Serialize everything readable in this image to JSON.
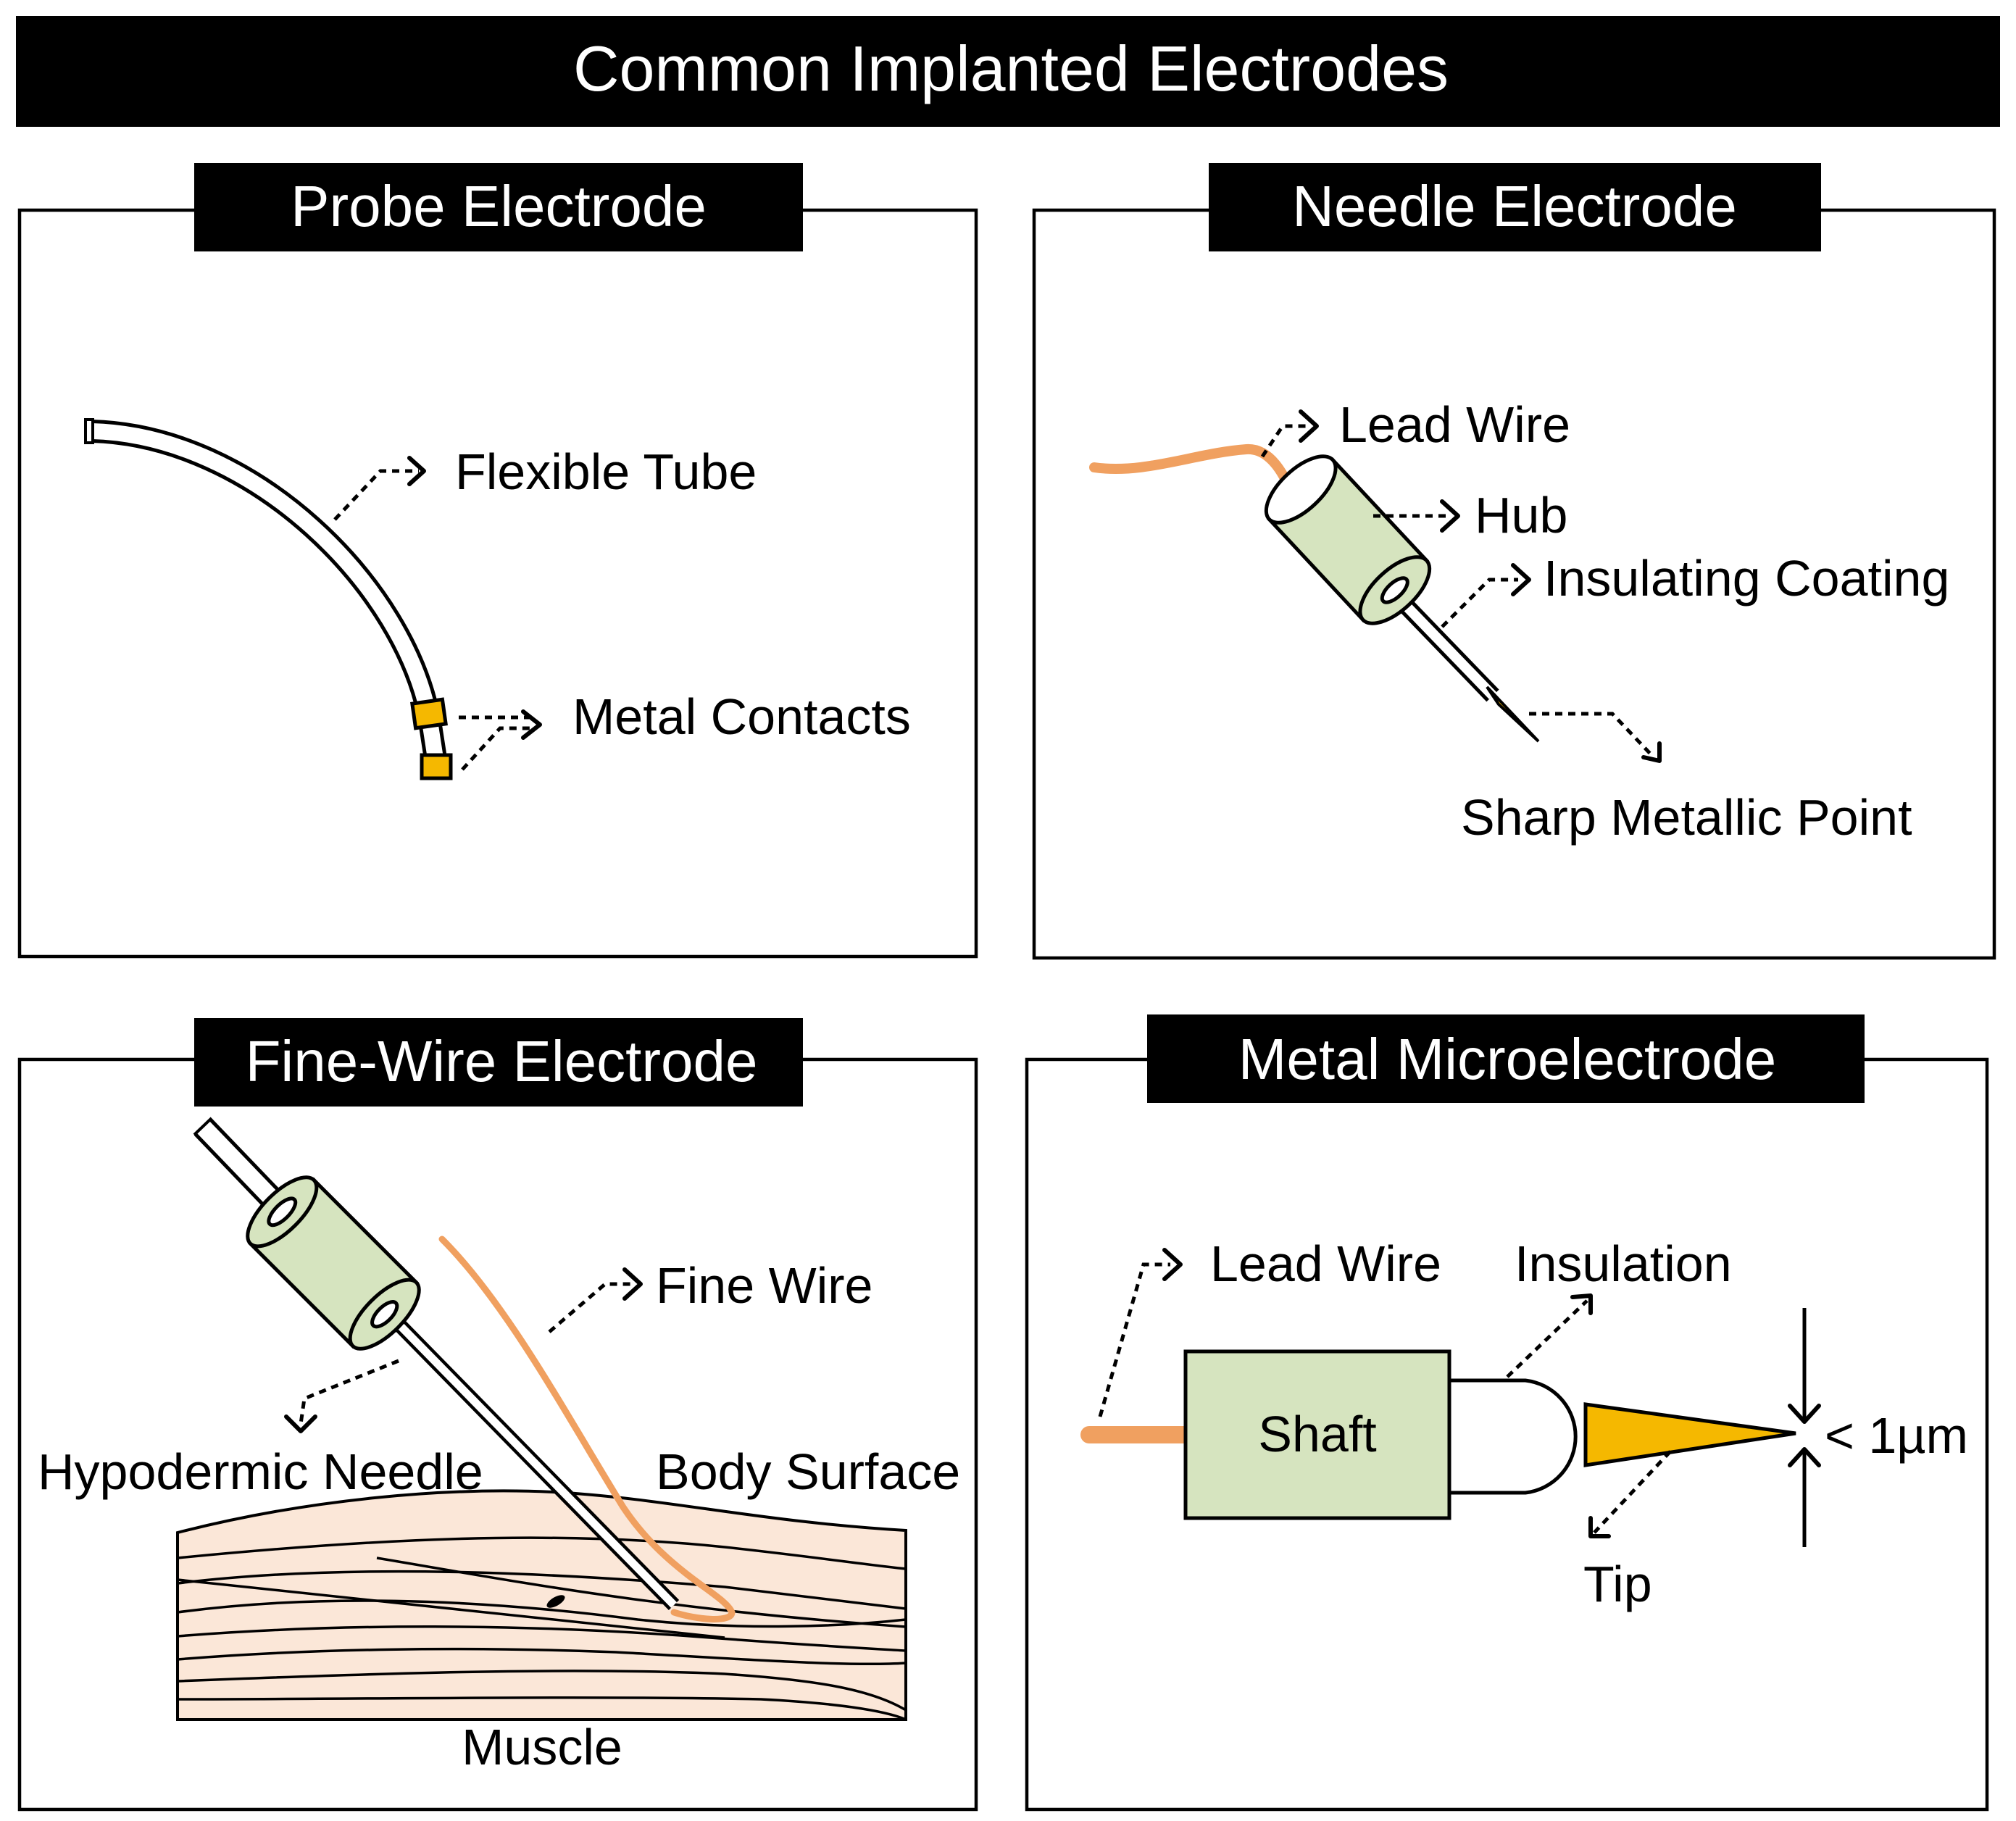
{
  "title": "Common Implanted Electrodes",
  "panels": {
    "probe": {
      "title": "Probe Electrode",
      "labels": {
        "flexible_tube": "Flexible Tube",
        "metal_contacts": "Metal Contacts"
      }
    },
    "needle": {
      "title": "Needle Electrode",
      "labels": {
        "lead_wire": "Lead Wire",
        "hub": "Hub",
        "insulating_coating": "Insulating Coating",
        "sharp_point": "Sharp Metallic Point"
      }
    },
    "finewire": {
      "title": "Fine-Wire Electrode",
      "labels": {
        "fine_wire": "Fine Wire",
        "hypodermic_needle": "Hypodermic Needle",
        "body_surface": "Body Surface",
        "muscle": "Muscle"
      }
    },
    "micro": {
      "title": "Metal Microelectrode",
      "labels": {
        "lead_wire": "Lead Wire",
        "insulation": "Insulation",
        "shaft": "Shaft",
        "tip": "Tip",
        "tip_size": "< 1µm"
      }
    }
  },
  "colors": {
    "title_bar": "#000000",
    "hub_fill": "#d6e4bf",
    "contact_fill": "#f5b800",
    "wire": "#f0a060",
    "muscle_fill": "#fbe7d8",
    "tip_fill": "#f5b800"
  }
}
